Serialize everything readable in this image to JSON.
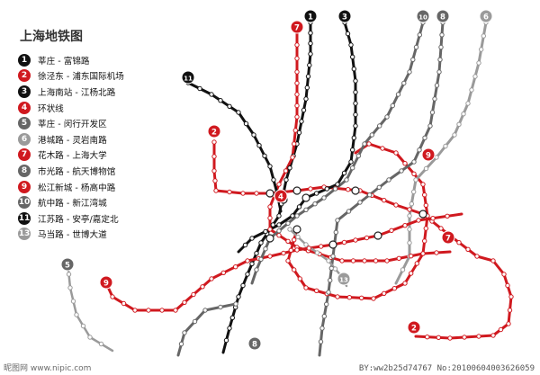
{
  "title": "上海地铁图",
  "legend": [
    {
      "num": "1",
      "label": "莘庄 - 富锦路",
      "color": "#111111"
    },
    {
      "num": "2",
      "label": "徐泾东 - 浦东国际机场",
      "color": "#d0191f"
    },
    {
      "num": "3",
      "label": "上海南站 - 江杨北路",
      "color": "#111111"
    },
    {
      "num": "4",
      "label": "环状线",
      "color": "#d0191f"
    },
    {
      "num": "5",
      "label": "莘庄 - 闵行开发区",
      "color": "#666666"
    },
    {
      "num": "6",
      "label": "港城路 - 灵岩南路",
      "color": "#9a9a9a"
    },
    {
      "num": "7",
      "label": "花木路 - 上海大学",
      "color": "#d0191f"
    },
    {
      "num": "8",
      "label": "市光路 - 航天博物馆",
      "color": "#666666"
    },
    {
      "num": "9",
      "label": "松江新城 - 杨高中路",
      "color": "#d0191f"
    },
    {
      "num": "10",
      "label": "航中路 - 新江湾城",
      "color": "#666666"
    },
    {
      "num": "11",
      "label": "江苏路 - 安亭/嘉定北",
      "color": "#111111"
    },
    {
      "num": "13",
      "label": "马当路 - 世博大道",
      "color": "#9a9a9a"
    }
  ],
  "map_badges": [
    {
      "num": "1",
      "color": "#111111"
    },
    {
      "num": "3",
      "color": "#111111"
    },
    {
      "num": "10",
      "color": "#666666"
    },
    {
      "num": "8",
      "color": "#666666"
    },
    {
      "num": "6",
      "color": "#9a9a9a"
    },
    {
      "num": "7",
      "color": "#d0191f"
    },
    {
      "num": "11",
      "color": "#111111"
    },
    {
      "num": "2",
      "color": "#d0191f"
    },
    {
      "num": "9",
      "color": "#d0191f"
    },
    {
      "num": "4",
      "color": "#d0191f"
    },
    {
      "num": "7",
      "color": "#d0191f"
    },
    {
      "num": "5",
      "color": "#666666"
    },
    {
      "num": "9",
      "color": "#d0191f"
    },
    {
      "num": "13",
      "color": "#9a9a9a"
    },
    {
      "num": "8",
      "color": "#666666"
    },
    {
      "num": "2",
      "color": "#d0191f"
    }
  ],
  "watermark": "昵图网 www.nipic.com",
  "credit": "BY:ww2b25d74767  No:20100604003626059"
}
